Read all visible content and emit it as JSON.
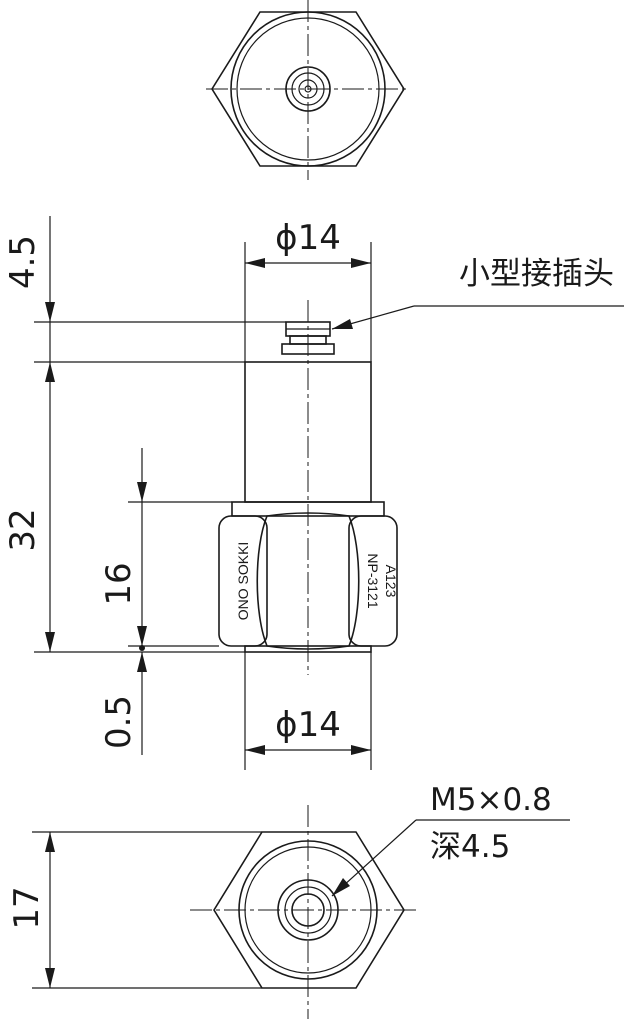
{
  "dimensions": {
    "top_flat_dia": "ϕ14",
    "connector_height": "4.5",
    "body_height": "32",
    "hex_height": "16",
    "base_gap": "0.5",
    "base_dia": "ϕ14",
    "hex_width": "17"
  },
  "notes": {
    "connector": "小型接插头",
    "thread_size": "M5×0.8",
    "thread_depth": "深4.5"
  },
  "hex_labels": {
    "left": "ONO SOKKI",
    "right_line1": "NP-3121",
    "right_line2": "A123"
  }
}
